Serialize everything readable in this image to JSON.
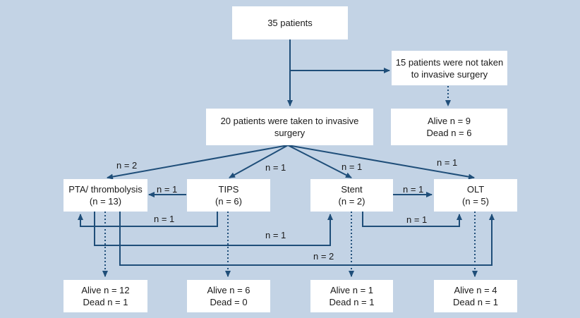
{
  "nodes": {
    "start": {
      "line1": "35 patients"
    },
    "not_taken": {
      "line1": "15 patients were not taken",
      "line2": "to invasive surgery"
    },
    "not_taken_outcome": {
      "line1": "Alive n = 9",
      "line2": "Dead n = 6"
    },
    "taken": {
      "line1": "20 patients were taken to invasive",
      "line2": "surgery"
    },
    "pta": {
      "line1": "PTA/ thrombolysis",
      "line2": "(n = 13)"
    },
    "tips": {
      "line1": "TIPS",
      "line2": "(n = 6)"
    },
    "stent": {
      "line1": "Stent",
      "line2": "(n = 2)"
    },
    "olt": {
      "line1": "OLT",
      "line2": "(n = 5)"
    },
    "pta_outcome": {
      "line1": "Alive n = 12",
      "line2": "Dead n = 1"
    },
    "tips_outcome": {
      "line1": "Alive n = 6",
      "line2": "Dead = 0"
    },
    "stent_outcome": {
      "line1": "Alive n = 1",
      "line2": "Dead n = 1"
    },
    "olt_outcome": {
      "line1": "Alive n = 4",
      "line2": "Dead n = 1"
    }
  },
  "edge_labels": {
    "to_pta": "n = 2",
    "to_tips": "n = 1",
    "to_stent": "n = 1",
    "to_olt": "n = 1",
    "tips_to_pta": "n = 1",
    "tips_to_pta_lower": "n = 1",
    "stent_to_olt": "n = 1",
    "stent_to_olt_lower": "n = 1",
    "pta_to_stent": "n = 1",
    "pta_to_olt": "n = 2"
  },
  "colors": {
    "background": "#c3d3e5",
    "box": "#ffffff",
    "arrow": "#1f4e79"
  }
}
